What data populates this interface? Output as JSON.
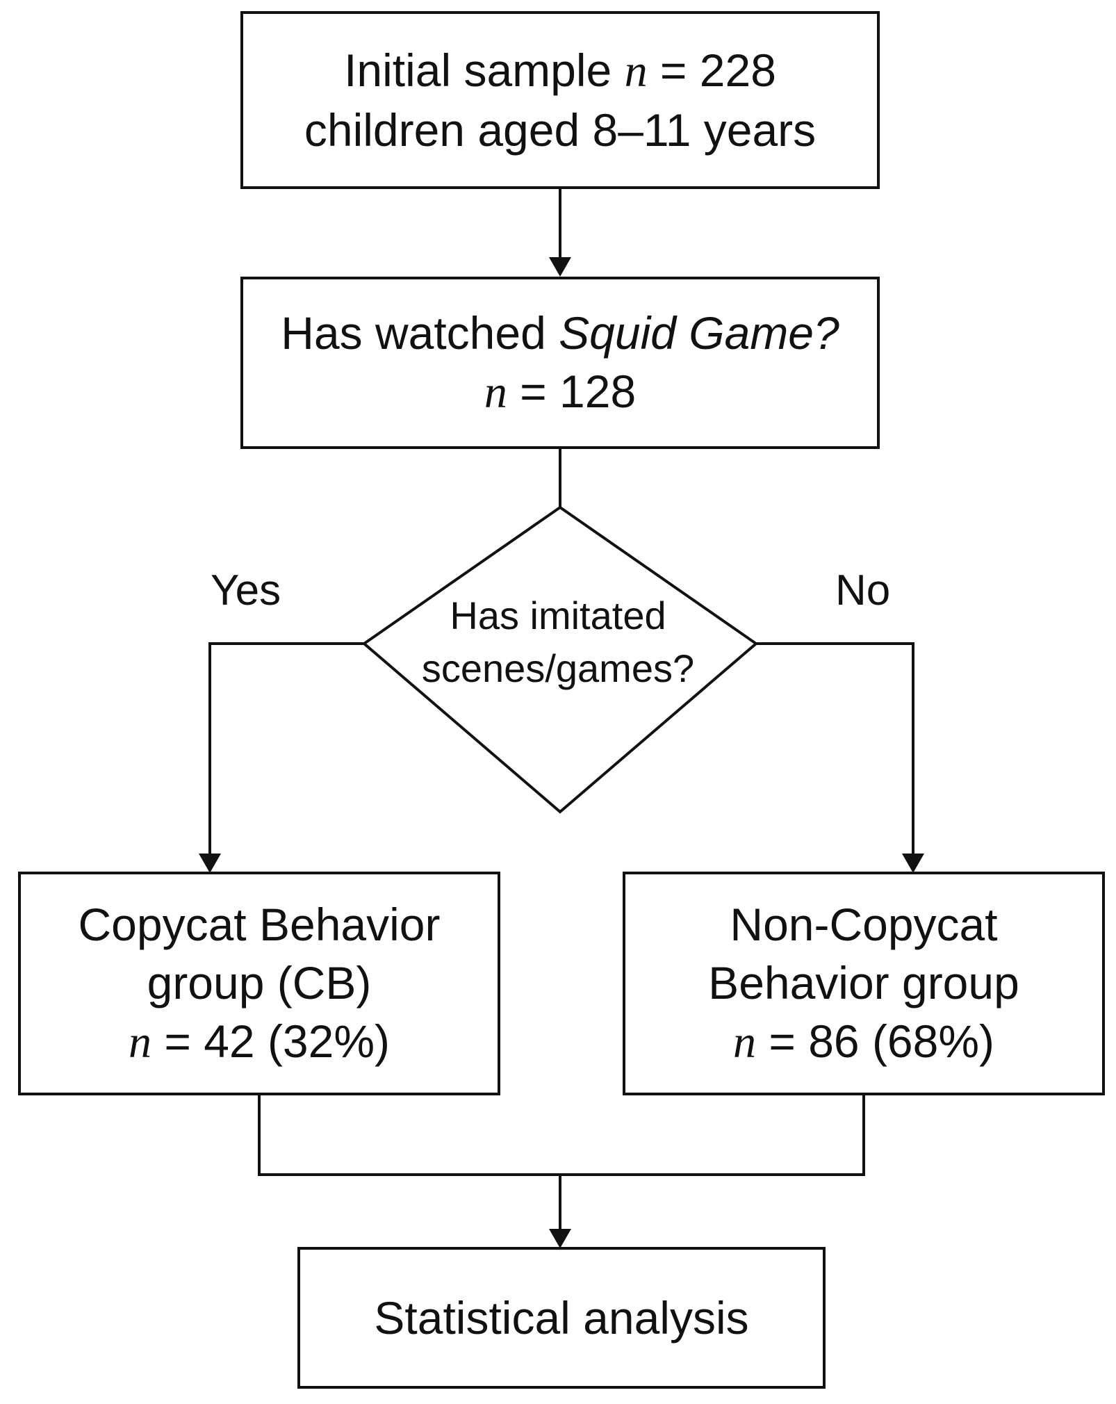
{
  "boxes": {
    "initial": {
      "line1_prefix": "Initial sample ",
      "n_var": "n",
      "line1_value": " = 228",
      "line2": "children aged 8–11 years"
    },
    "watched": {
      "line1_prefix": "Has watched ",
      "line1_title": "Squid Game?",
      "n_var": "n",
      "line2_value": " = 128"
    },
    "decision": {
      "line1": "Has imitated",
      "line2": "scenes/games?"
    },
    "cb_group": {
      "line1": "Copycat Behavior",
      "line2": "group (CB)",
      "n_var": "n",
      "line3_value": " = 42 (32%)"
    },
    "ncb_group": {
      "line1": "Non-Copycat",
      "line2": "Behavior group",
      "n_var": "n",
      "line3_value": " = 86 (68%)"
    },
    "analysis": {
      "label": "Statistical analysis"
    }
  },
  "branches": {
    "yes_label": "Yes",
    "no_label": "No"
  }
}
